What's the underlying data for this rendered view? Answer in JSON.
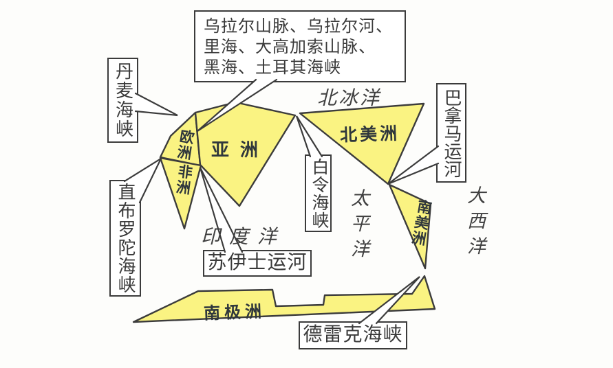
{
  "colors": {
    "background": "#FDFDFB",
    "continent_fill": "#FAF382",
    "outline": "#3C3C3C",
    "box_border": "#3B3B3B",
    "box_fill": "#FFFFFF",
    "text": "#3A3A3A"
  },
  "boxes": {
    "ural": {
      "lines": [
        "乌拉尔山脉、乌拉尔河、",
        "里海、大高加索山脉、",
        "黑海、土耳其海峡"
      ]
    },
    "denmark": {
      "label": "丹麦海峡"
    },
    "gibraltar": {
      "label": "直布罗陀海峡"
    },
    "bering": {
      "label": "白令海峡"
    },
    "panama": {
      "label": "巴拿马运河"
    },
    "suez": {
      "label": "苏伊士运河"
    },
    "drake": {
      "label": "德雷克海峡"
    }
  },
  "oceans": {
    "arctic": {
      "label": "北冰洋"
    },
    "pacific": {
      "label": "太平洋"
    },
    "atlantic": {
      "label": "大西洋"
    },
    "indian": {
      "label": "印度洋"
    }
  },
  "continents": {
    "europe": {
      "label": "欧洲"
    },
    "asia": {
      "label": "亚洲"
    },
    "africa": {
      "label": "非洲"
    },
    "north_america": {
      "label": "北美洲"
    },
    "south_america": {
      "label": "南美洲"
    },
    "antarctica": {
      "label": "南极洲"
    }
  }
}
